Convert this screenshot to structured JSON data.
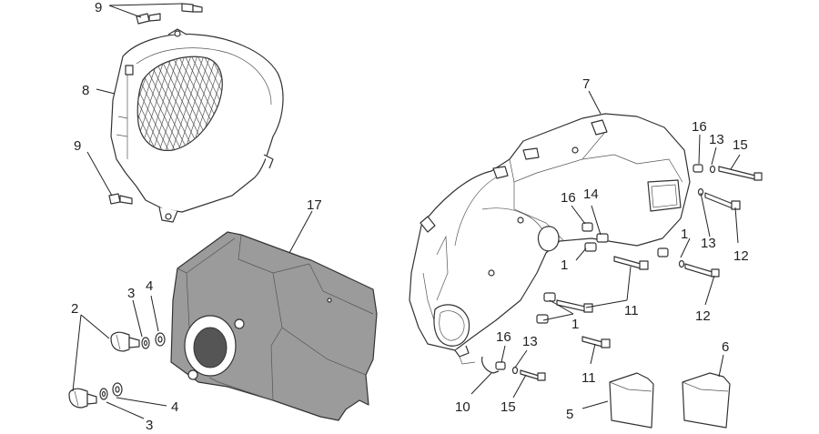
{
  "callouts": [
    {
      "id": "c9a",
      "text": "9"
    },
    {
      "id": "c8",
      "text": "8"
    },
    {
      "id": "c9b",
      "text": "9"
    },
    {
      "id": "c17",
      "text": "17"
    },
    {
      "id": "c2",
      "text": "2"
    },
    {
      "id": "c3a",
      "text": "3"
    },
    {
      "id": "c4a",
      "text": "4"
    },
    {
      "id": "c4b",
      "text": "4"
    },
    {
      "id": "c3b",
      "text": "3"
    },
    {
      "id": "c7",
      "text": "7"
    },
    {
      "id": "c16a",
      "text": "16"
    },
    {
      "id": "c13a",
      "text": "13"
    },
    {
      "id": "c15a",
      "text": "15"
    },
    {
      "id": "c16b",
      "text": "16"
    },
    {
      "id": "c14",
      "text": "14"
    },
    {
      "id": "c1a",
      "text": "1"
    },
    {
      "id": "c13b",
      "text": "13"
    },
    {
      "id": "c12a",
      "text": "12"
    },
    {
      "id": "c1b",
      "text": "1"
    },
    {
      "id": "c11a",
      "text": "11"
    },
    {
      "id": "c12b",
      "text": "12"
    },
    {
      "id": "c1c",
      "text": "1"
    },
    {
      "id": "c16c",
      "text": "16"
    },
    {
      "id": "c13c",
      "text": "13"
    },
    {
      "id": "c11b",
      "text": "11"
    },
    {
      "id": "c6",
      "text": "6"
    },
    {
      "id": "c10",
      "text": "10"
    },
    {
      "id": "c15b",
      "text": "15"
    },
    {
      "id": "c5",
      "text": "5"
    }
  ]
}
